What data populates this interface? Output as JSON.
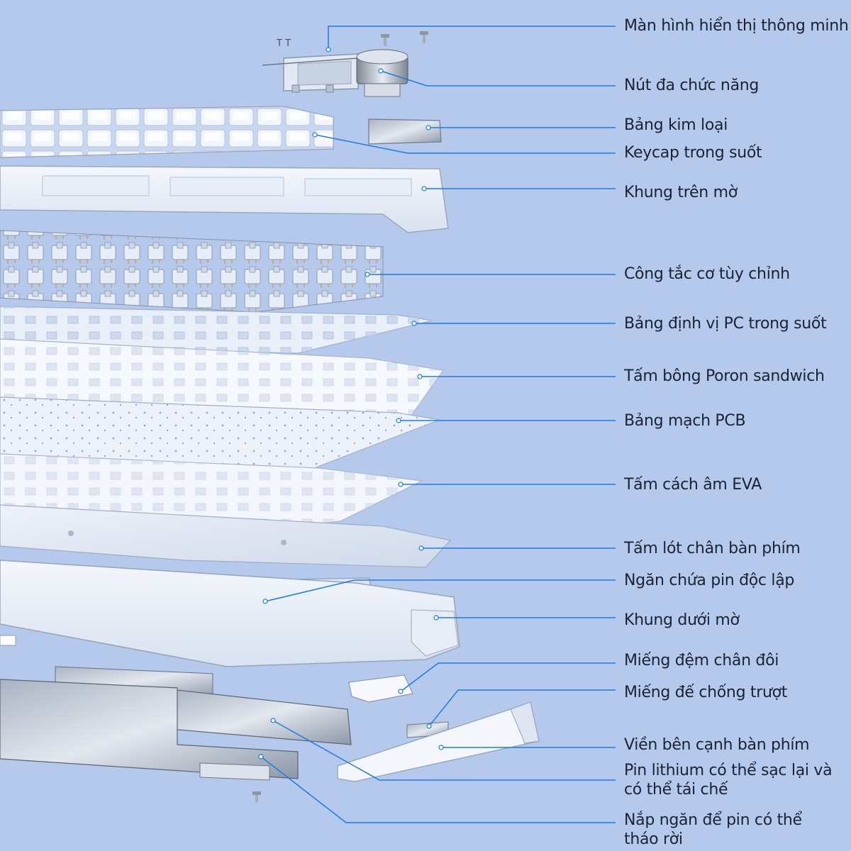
{
  "colors": {
    "background": "#b4c9ec",
    "leader_line": "#1e7be0",
    "label_text": "#1b2233"
  },
  "callouts": [
    {
      "id": "smart-display",
      "label": "Màn hình hiển thị thông minh"
    },
    {
      "id": "multifunction-knob",
      "label": "Nút đa chức năng"
    },
    {
      "id": "metal-plate",
      "label": "Bảng kim loại"
    },
    {
      "id": "transparent-keycap",
      "label": "Keycap trong suốt"
    },
    {
      "id": "frosted-top-frame",
      "label": "Khung trên mờ"
    },
    {
      "id": "custom-switch",
      "label": "Công tắc cơ tùy chỉnh"
    },
    {
      "id": "pc-positioning-plate",
      "label": "Bảng định vị PC trong suốt"
    },
    {
      "id": "poron-sandwich-foam",
      "label": "Tấm bông Poron sandwich"
    },
    {
      "id": "pcb-board",
      "label": "Bảng mạch  PCB"
    },
    {
      "id": "eva-sound-foam",
      "label": "Tấm cách âm EVA"
    },
    {
      "id": "bottom-pad",
      "label": "Tấm lót chân bàn phím"
    },
    {
      "id": "battery-compartment",
      "label": "Ngăn chứa pin độc lập"
    },
    {
      "id": "frosted-bottom-frame",
      "label": "Khung dưới mờ"
    },
    {
      "id": "dual-foot-pad",
      "label": "Miếng đệm chân đôi"
    },
    {
      "id": "anti-slip-pad",
      "label": "Miếng đế chống trượt"
    },
    {
      "id": "side-trim",
      "label": "Viền bên cạnh bàn phím"
    },
    {
      "id": "lithium-battery",
      "label": "Pin lithium có thể sạc lại và có thể tái chế"
    },
    {
      "id": "battery-cover",
      "label": "Nắp ngăn để pin có thể tháo rời"
    }
  ],
  "display_module_marking": "T T"
}
